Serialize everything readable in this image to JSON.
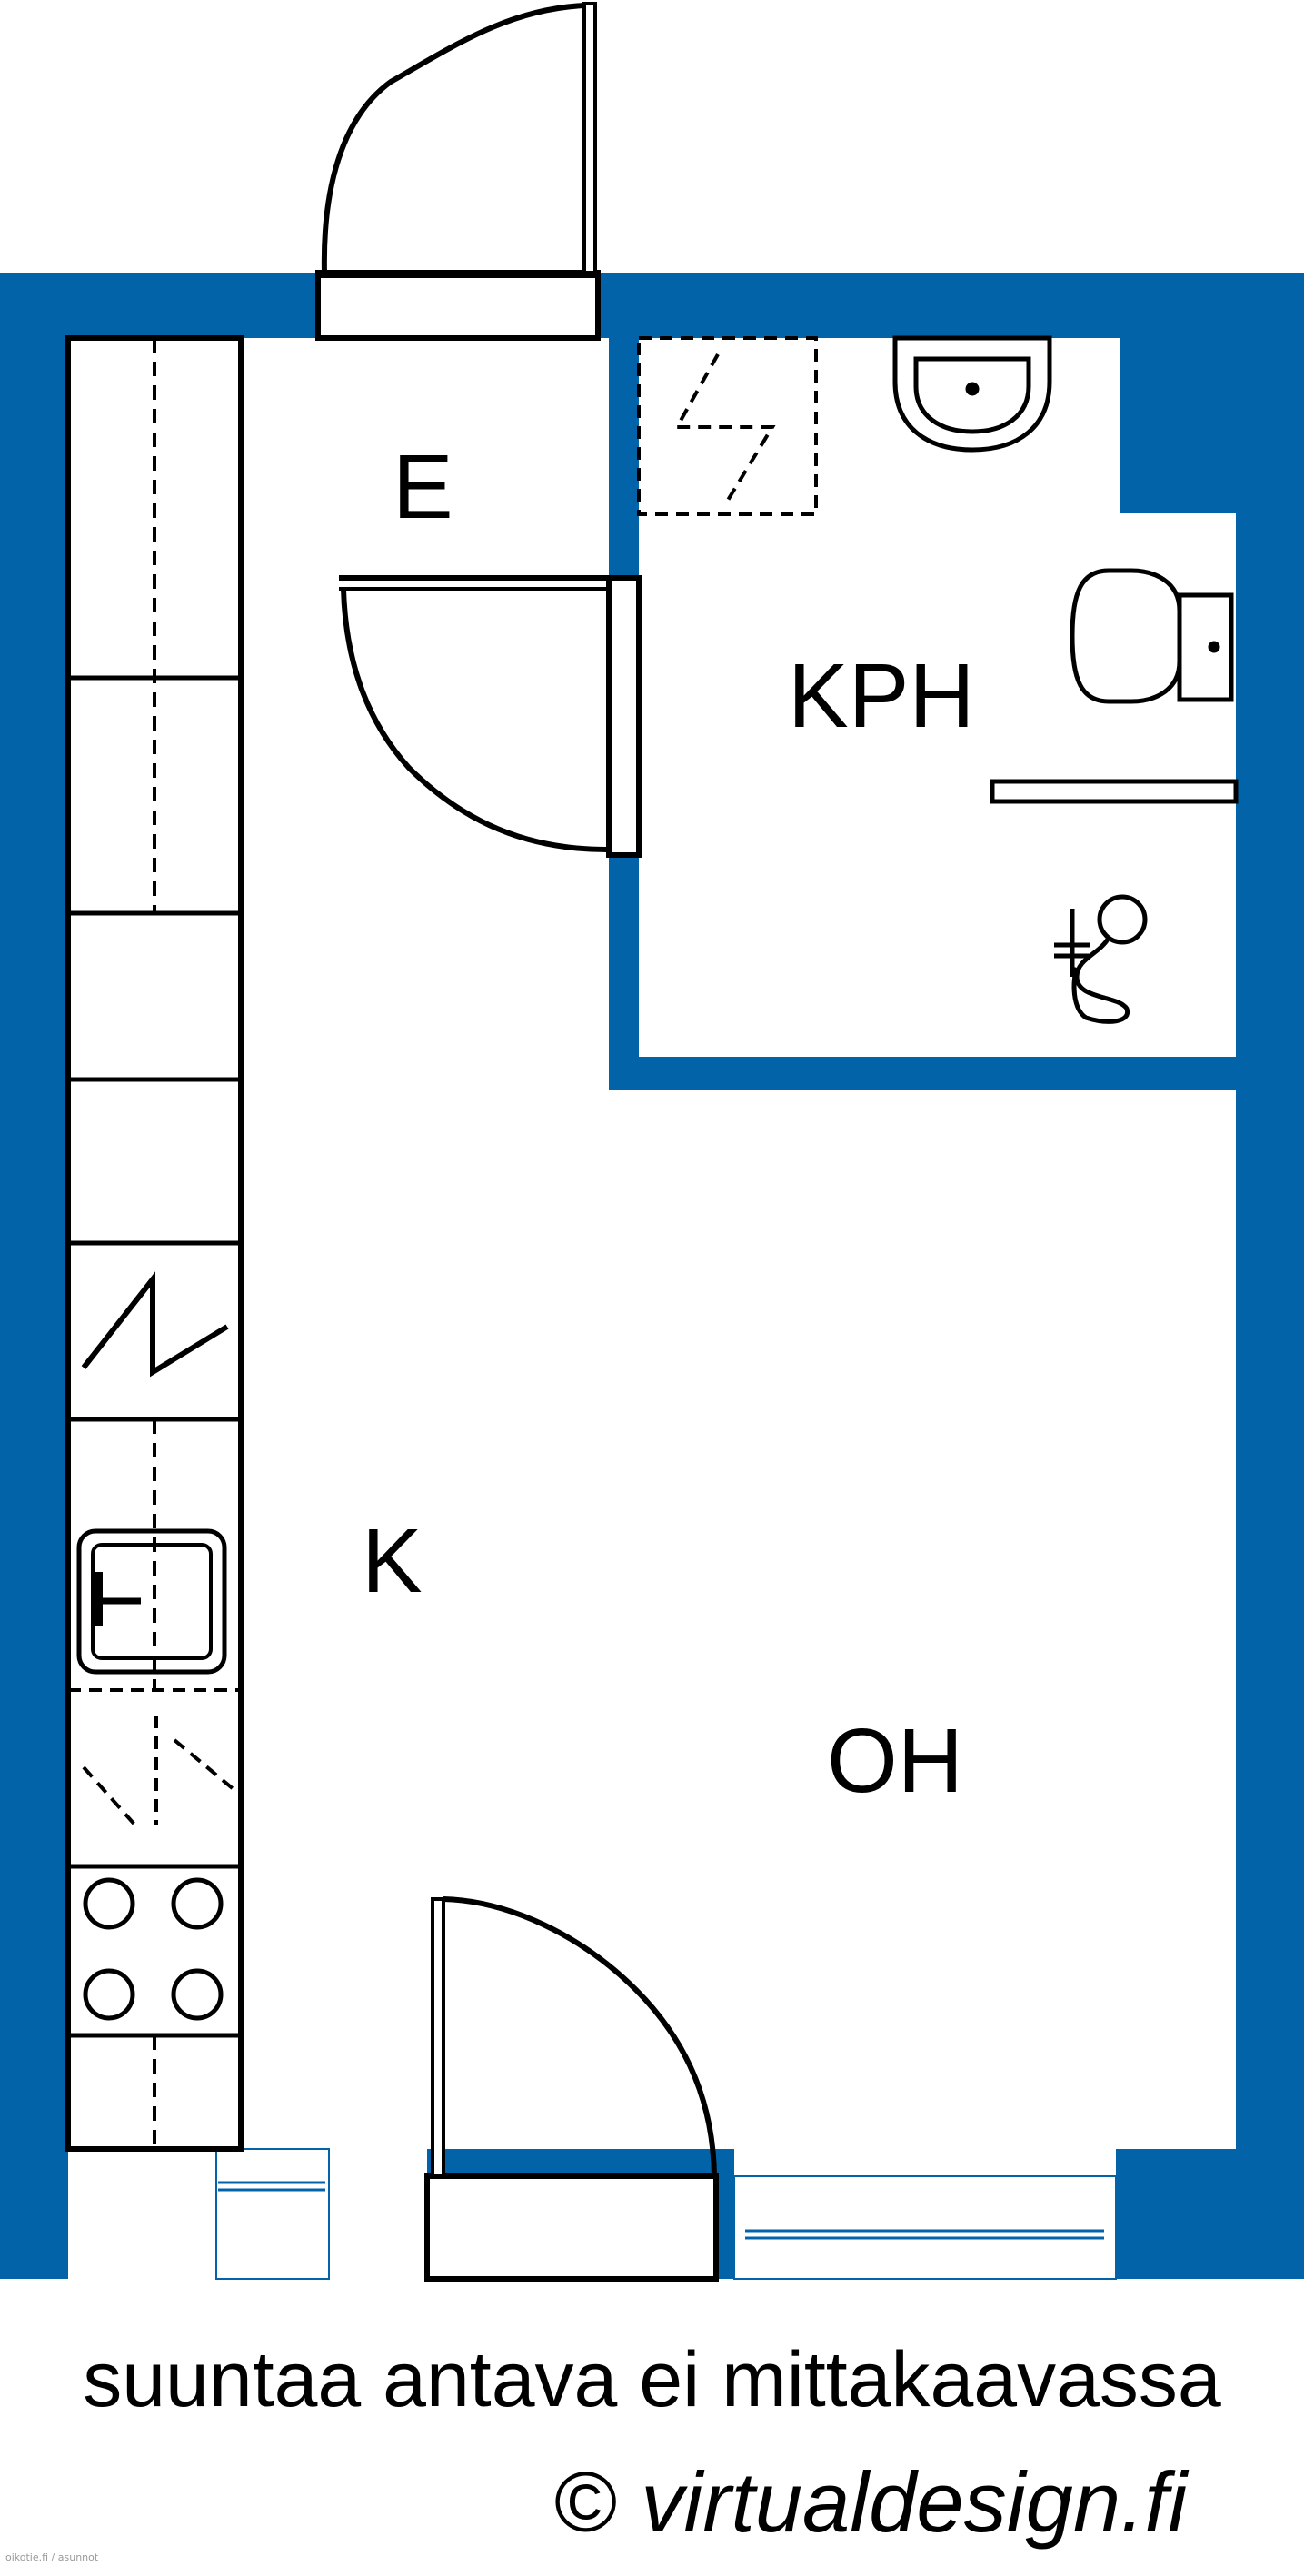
{
  "colors": {
    "wall": "#0363a8",
    "line": "#000000",
    "background": "#ffffff"
  },
  "rooms": {
    "entrance": "E",
    "bathroom": "KPH",
    "kitchen": "K",
    "living_room": "OH"
  },
  "caption": {
    "note": "suuntaa antava ei mittakaavassa",
    "copyright_symbol": "©",
    "copyright_site": "virtualdesign.fi"
  },
  "watermark": "oikotie.fi / asunnot",
  "icons": [
    "door-swing-icon",
    "washbasin-icon",
    "toilet-icon",
    "shower-icon",
    "sink-icon",
    "stove-icon",
    "fridge-icon",
    "dishwasher-icon",
    "washing-machine-icon",
    "window-icon"
  ]
}
